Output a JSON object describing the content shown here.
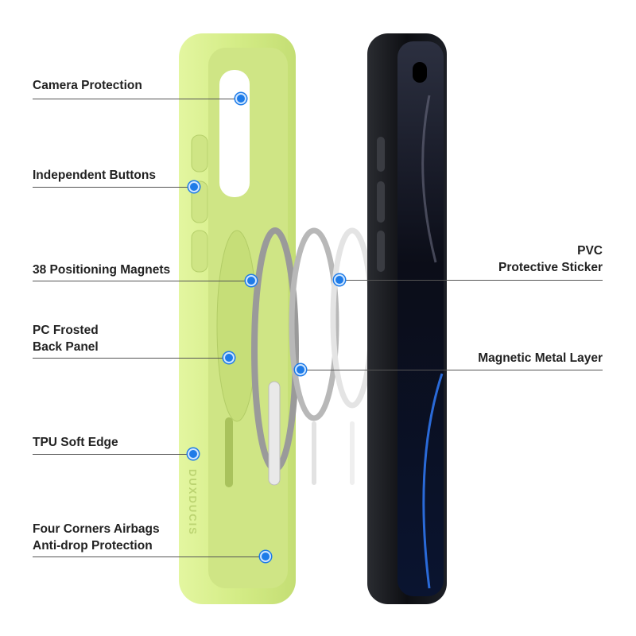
{
  "brand_logo": "DUXDUCIS",
  "colors": {
    "case": "#d9f08e",
    "case_shade": "#b9d46c",
    "phone": "#1a1b1f",
    "callout_dot": "#1e7be8"
  },
  "callouts_left": [
    {
      "lines": [
        "Camera Protection"
      ]
    },
    {
      "lines": [
        "Independent Buttons"
      ]
    },
    {
      "lines": [
        "38 Positioning Magnets"
      ]
    },
    {
      "lines": [
        "PC Frosted",
        "Back Panel"
      ]
    },
    {
      "lines": [
        "TPU Soft Edge"
      ]
    },
    {
      "lines": [
        "Four Corners Airbags",
        "Anti-drop Protection"
      ]
    }
  ],
  "callouts_right": [
    {
      "lines": [
        "PVC",
        "Protective Sticker"
      ]
    },
    {
      "lines": [
        "Magnetic Metal Layer"
      ]
    }
  ]
}
